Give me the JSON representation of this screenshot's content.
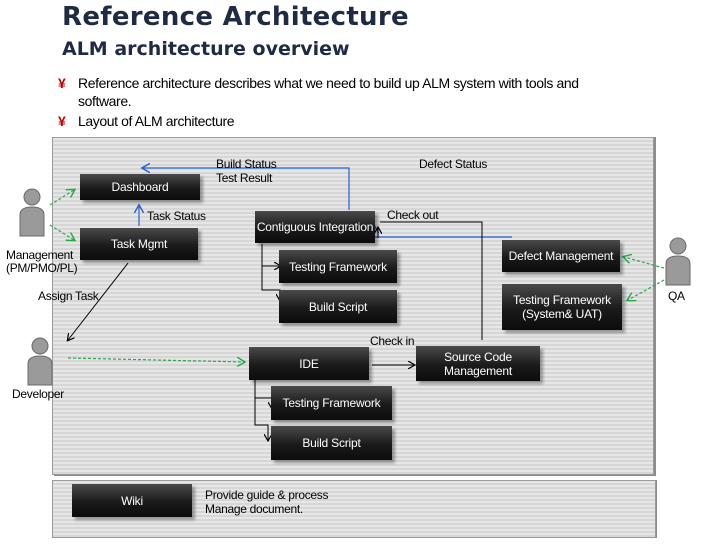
{
  "header": {
    "title": "Reference Architecture",
    "subtitle": "ALM architecture overview"
  },
  "bullets": {
    "mark": "¥",
    "b1_line1": "Reference architecture describes what we need to build up ALM system with tools and",
    "b1_line2": "software.",
    "b2": "Layout of ALM architecture"
  },
  "boxes": {
    "dashboard": "Dashboard",
    "task_mgmt": "Task Mgmt",
    "contiguous_integration": "Contiguous Integration",
    "testing_framework_ci": "Testing Framework",
    "build_script_ci": "Build Script",
    "defect_management": "Defect Management",
    "testing_framework_qa": "Testing Framework (System& UAT)",
    "ide": "IDE",
    "source_code_management": "Source Code Management",
    "testing_framework_ide": "Testing Framework",
    "build_script_ide": "Build Script",
    "wiki": "Wiki"
  },
  "labels": {
    "build_status": "Build Status",
    "test_result": "Test Result",
    "defect_status": "Defect Status",
    "task_status": "Task Status",
    "check_out": "Check out",
    "check_in": "Check in",
    "assign_task": "Assign Task",
    "management_line1": "Management",
    "management_line2": "(PM/PMO/PL)",
    "developer": "Developer",
    "qa": "QA",
    "wiki_desc_line1": "Provide guide & process",
    "wiki_desc_line2": "Manage document."
  },
  "colors": {
    "title": "#1f2a44",
    "bullet_mark": "#c40000",
    "arrow_blue": "#2a5fd0",
    "arrow_green": "#2aa84a",
    "box_dark": "#1a1a1a"
  }
}
